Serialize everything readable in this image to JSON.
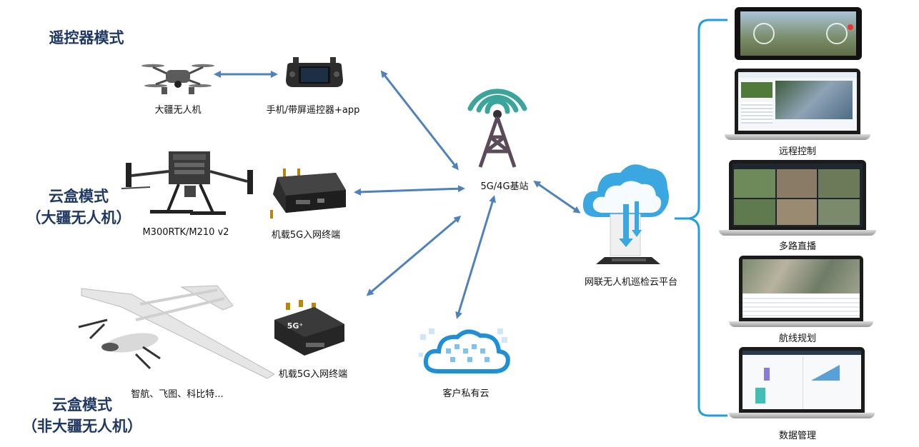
{
  "modes": {
    "remote": "遥控器模式",
    "cloud_dji_line1": "云盒模式",
    "cloud_dji_line2": "（大疆无人机）",
    "cloud_nondji_line1": "云盒模式",
    "cloud_nondji_line2": "（非大疆无人机）"
  },
  "devices": {
    "dji_drone": "大疆无人机",
    "controller": "手机/带屏遥控器+app",
    "m300": "M300RTK/M210 v2",
    "terminal_1": "机载5G入网终端",
    "vtol": "智航、飞图、科比特...",
    "terminal_2": "机载5G入网终端",
    "terminal_2_badge": "5G⁺"
  },
  "network": {
    "base_station": "5G/4G基站",
    "private_cloud": "客户私有云",
    "platform": "网联无人机巡检云平台"
  },
  "features": [
    {
      "label": ""
    },
    {
      "label": "远程控制"
    },
    {
      "label": "多路直播"
    },
    {
      "label": "航线规划"
    },
    {
      "label": "数据管理"
    }
  ],
  "colors": {
    "arrow": "#4f81bd",
    "brace": "#1f9fe0",
    "title": "#1f3864",
    "tower_wave": "#3aa59b",
    "cloud": "#3aa7e0"
  }
}
